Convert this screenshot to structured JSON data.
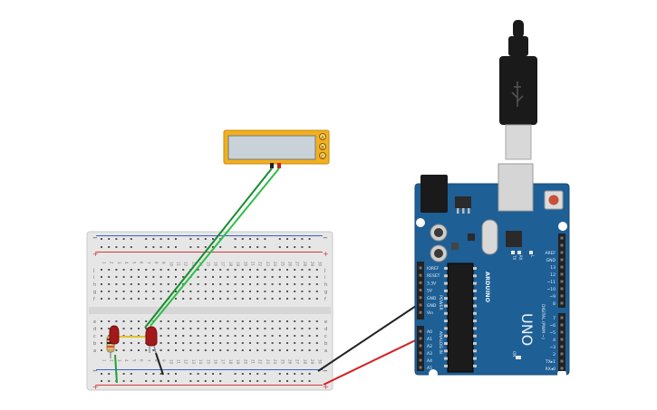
{
  "colors": {
    "board": "#1e5f95",
    "board_edge": "#164a76",
    "header": "#222222",
    "breadboard": "#e8e8e8",
    "rail_red": "#d43a3a",
    "rail_blue": "#3a5fd4",
    "lcd_frame": "#f2b01e",
    "lcd_screen": "#c9d2d8",
    "wire_green": "#22a23a",
    "wire_red": "#d42020",
    "wire_black": "#222222",
    "led": "#a31919",
    "resistor": "#d8b98a"
  },
  "icons": {
    "usb_cable": "usb-plug-icon",
    "reset": "reset-button-icon"
  },
  "arduino": {
    "brand": "ARDUINO",
    "model": "UNO",
    "power_label": "POWER",
    "analog_label": "ANALOG IN",
    "digital_label": "DIGITAL (PWM ~)",
    "tx_label": "TX",
    "rx_label": "RX",
    "l_label": "L",
    "on_label": "ON",
    "power_pins": [
      "IOREF",
      "RESET",
      "3.3V",
      "5V",
      "GND",
      "GND",
      "Vin"
    ],
    "analog_pins": [
      "A0",
      "A1",
      "A2",
      "A3",
      "A4",
      "A5"
    ],
    "top_pins": [
      "AREF",
      "GND",
      "13",
      "12",
      "~11",
      "~10",
      "~9",
      "8"
    ],
    "digital_pins": [
      "7",
      "~6",
      "~5",
      "4",
      "~3",
      "2",
      "TX▸1",
      "RX◂0"
    ]
  },
  "breadboard": {
    "plus": "+",
    "minus": "−",
    "row_letters_top": [
      "j",
      "i",
      "h",
      "g",
      "f"
    ],
    "row_letters_bottom": [
      "e",
      "d",
      "c",
      "b",
      "a"
    ],
    "columns": [
      "1",
      "2",
      "3",
      "4",
      "5",
      "6",
      "7",
      "8",
      "9",
      "10",
      "11",
      "12",
      "13",
      "14",
      "15",
      "16",
      "17",
      "18",
      "19",
      "20",
      "21",
      "22",
      "23",
      "24",
      "25",
      "26",
      "27",
      "28",
      "29",
      "30"
    ]
  },
  "sensor": {
    "pin_labels": [
      "A",
      "B",
      "C"
    ]
  }
}
